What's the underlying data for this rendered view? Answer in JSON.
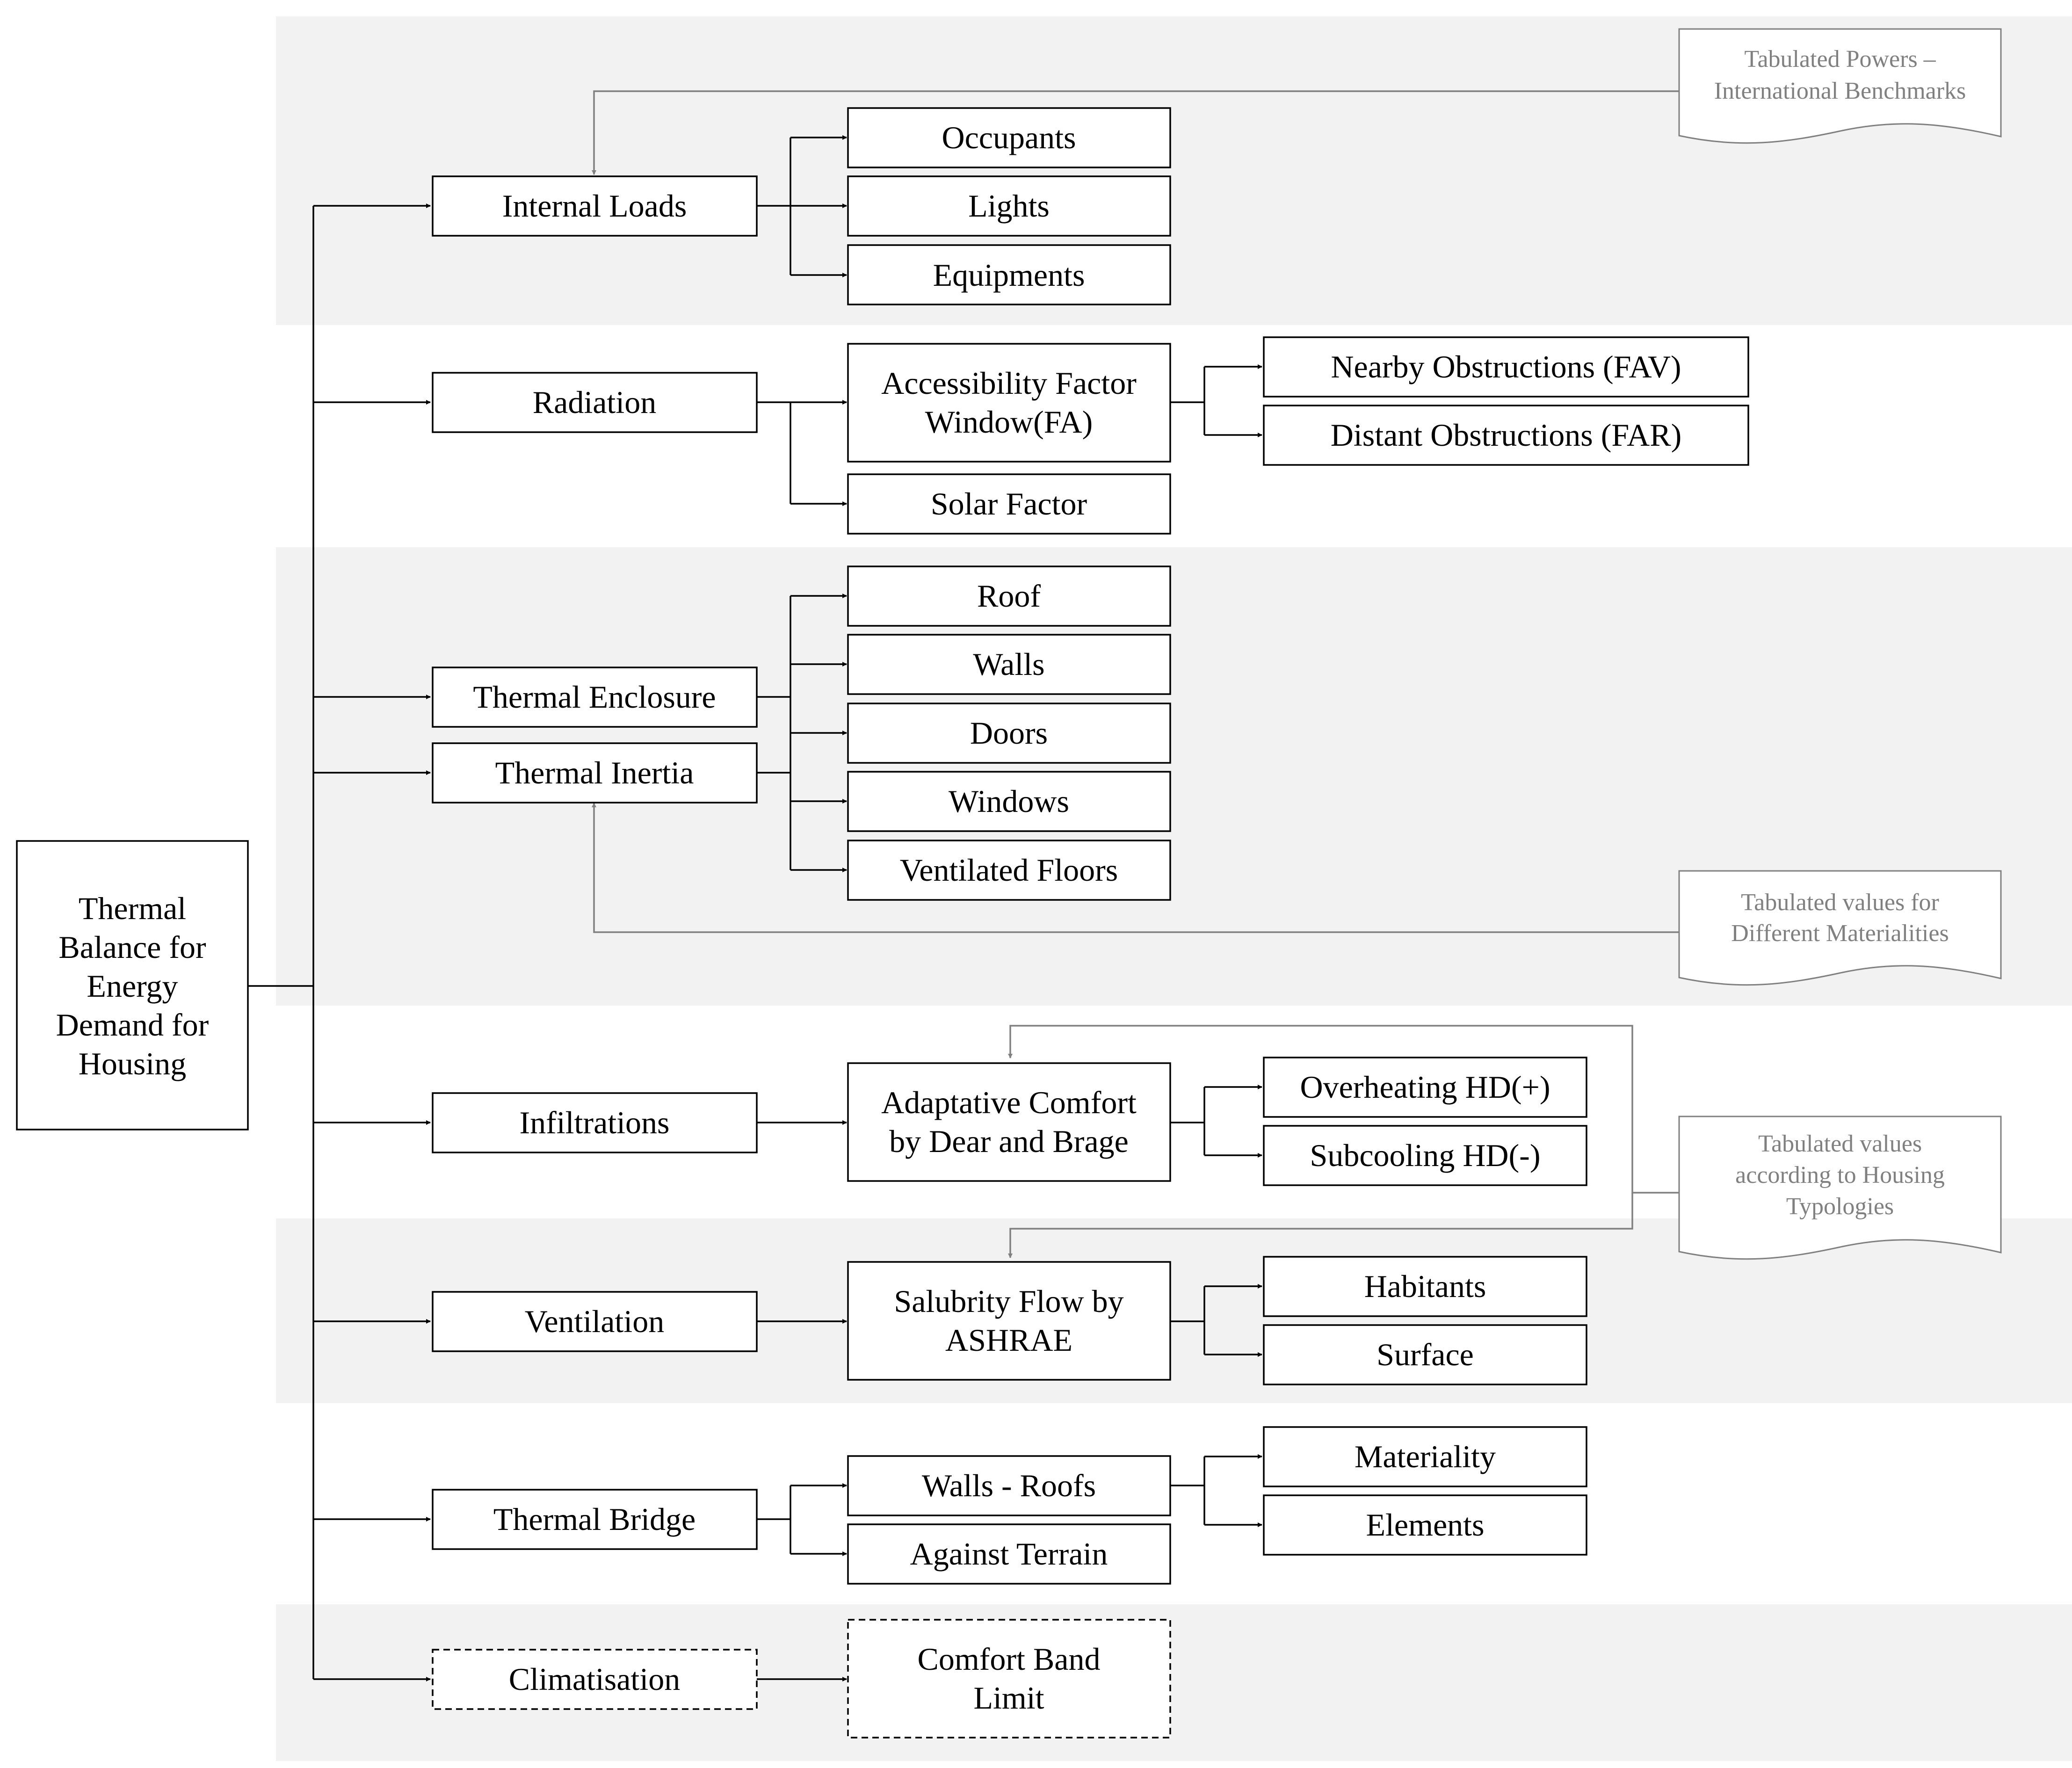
{
  "root": "Thermal Balance for Energy Demand for Housing",
  "categories": {
    "internal_loads": "Internal Loads",
    "radiation": "Radiation",
    "thermal_enclosure": "Thermal Enclosure",
    "thermal_inertia": "Thermal Inertia",
    "infiltrations": "Infiltrations",
    "ventilation": "Ventilation",
    "thermal_bridge": "Thermal Bridge",
    "climatisation": "Climatisation"
  },
  "subitems": {
    "occupants": "Occupants",
    "lights": "Lights",
    "equipments": "Equipments",
    "accessibility_factor": "Accessibility Factor Window(FA)",
    "solar_factor": "Solar Factor",
    "roof": "Roof",
    "walls": "Walls",
    "doors": "Doors",
    "windows": "Windows",
    "ventilated_floors": "Ventilated Floors",
    "adaptative_comfort": "Adaptative Comfort by Dear and Brage",
    "salubrity_flow": "Salubrity Flow by ASHRAE",
    "walls_roofs": "Walls - Roofs",
    "against_terrain": "Against Terrain",
    "comfort_band_limit": "Comfort Band Limit"
  },
  "details": {
    "nearby_obstructions": "Nearby Obstructions (FAV)",
    "distant_obstructions": "Distant Obstructions (FAR)",
    "overheating": "Overheating HD(+)",
    "subcooling": "Subcooling HD(-)",
    "habitants": "Habitants",
    "surface": "Surface",
    "materiality": "Materiality",
    "elements": "Elements"
  },
  "notes": {
    "tabulated_powers": "Tabulated Powers – International Benchmarks",
    "tabulated_materialities": "Tabulated values for Different Materialities",
    "tabulated_typologies": "Tabulated values according to Housing Typologies"
  },
  "colors": {
    "band": "#f2f2f2",
    "note_text": "#808080",
    "box_stroke": "#000000"
  }
}
